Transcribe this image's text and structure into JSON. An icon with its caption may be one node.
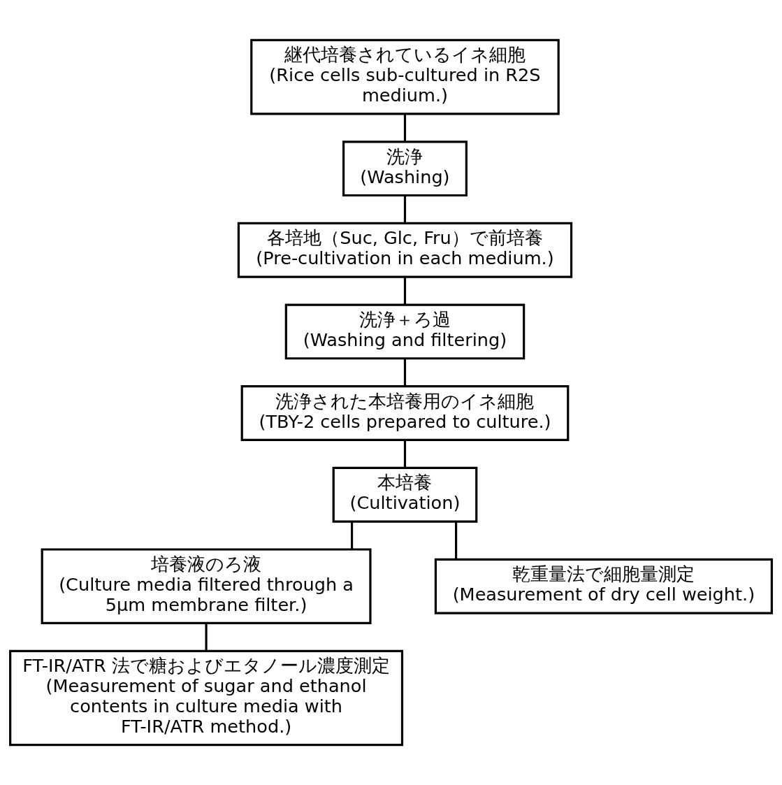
{
  "diagram": {
    "nodes": [
      {
        "text": [
          "継代培養されているイネ細胞",
          "(Rice cells sub-cultured in R2S medium.)"
        ]
      },
      {
        "text": [
          "洗浄",
          "(Washing)"
        ]
      },
      {
        "text": [
          "各培地（Suc, Glc, Fru）で前培養",
          "(Pre-cultivation in each medium.)"
        ]
      },
      {
        "text": [
          "洗浄＋ろ過",
          "(Washing and filtering)"
        ]
      },
      {
        "text": [
          "洗浄された本培養用のイネ細胞",
          "(TBY-2 cells prepared to culture.)"
        ]
      },
      {
        "text": [
          "本培養",
          "(Cultivation)"
        ]
      },
      {
        "text": [
          "培養液のろ液",
          "(Culture media filtered through a 5μm membrane filter.)"
        ]
      },
      {
        "text": [
          "乾重量法で細胞量測定",
          "(Measurement of dry cell weight.)"
        ]
      },
      {
        "text": [
          "FT-IR/ATR 法で糖およびエタノール濃度測定",
          "(Measurement of sugar and ethanol contents in culture media with FT-IR/ATR method.)"
        ]
      }
    ],
    "edges": [
      {
        "from": 0,
        "to": 1,
        "arrow": "none"
      },
      {
        "from": 1,
        "to": 2,
        "arrow": "none"
      },
      {
        "from": 2,
        "to": 3,
        "arrow": "none"
      },
      {
        "from": 3,
        "to": 4,
        "arrow": "none"
      },
      {
        "from": 4,
        "to": 5,
        "arrow": "none"
      },
      {
        "from": 5,
        "to": 6,
        "arrow": "none"
      },
      {
        "from": 5,
        "to": 7,
        "arrow": "none"
      },
      {
        "from": 6,
        "to": 8,
        "arrow": "none"
      }
    ]
  }
}
